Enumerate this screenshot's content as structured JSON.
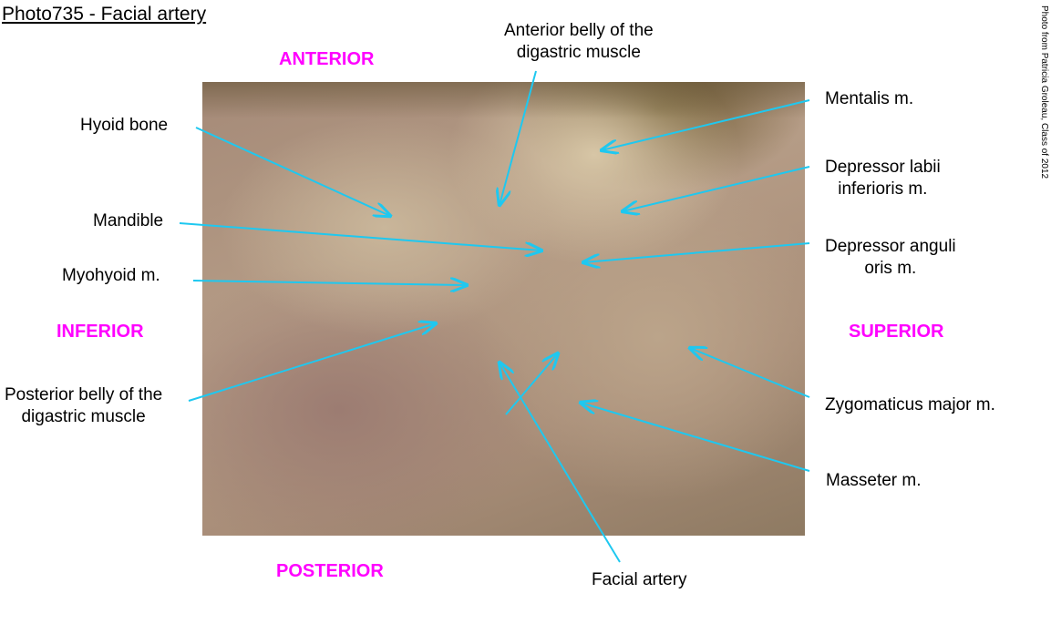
{
  "title": "Photo735 - Facial artery",
  "credit": "Photo from Patricia Groleau, Class of 2012",
  "directions": {
    "anterior": "ANTERIOR",
    "posterior": "POSTERIOR",
    "inferior": "INFERIOR",
    "superior": "SUPERIOR"
  },
  "labels": {
    "anterior_belly": [
      "Anterior belly of the",
      "digastric muscle"
    ],
    "hyoid": "Hyoid bone",
    "mandible": "Mandible",
    "myohyoid": "Myohyoid m.",
    "posterior_belly": [
      "Posterior belly of the",
      "digastric muscle"
    ],
    "mentalis": "Mentalis m.",
    "depressor_labii": [
      "Depressor labii",
      "inferioris m."
    ],
    "depressor_anguli": [
      "Depressor anguli",
      "oris m."
    ],
    "zygomaticus": "Zygomaticus major m.",
    "masseter": "Masseter m.",
    "facial_artery": "Facial artery"
  },
  "colors": {
    "leader": "#1ec8f0",
    "direction": "#ff00ff"
  }
}
